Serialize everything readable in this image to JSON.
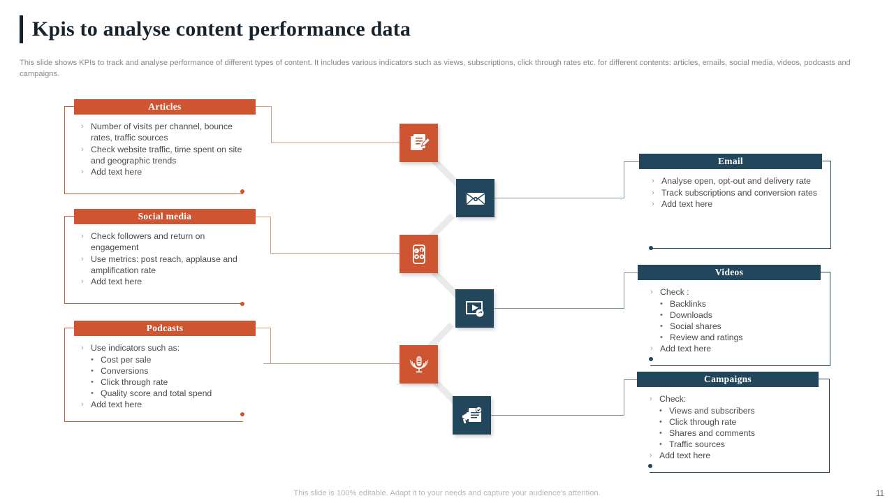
{
  "header": {
    "title": "Kpis to analyse content performance data",
    "subtitle": "This slide shows KPIs to track and analyse performance of different types of content. It includes various indicators such as views, subscriptions, click through rates etc. for different contents: articles, emails, social media, videos, podcasts and campaigns."
  },
  "colors": {
    "orange": "#cd5532",
    "dark_blue": "#22465c",
    "title": "#16232c",
    "body_text": "#4b4b4b",
    "muted": "#878787"
  },
  "left_cards": [
    {
      "title": "Articles",
      "icon": "article-edit-icon",
      "items": [
        {
          "text": "Number of visits per channel, bounce rates, traffic sources",
          "sub": []
        },
        {
          "text": "Check website traffic, time spent on site and geographic trends",
          "sub": []
        },
        {
          "text": "Add text here",
          "sub": []
        }
      ]
    },
    {
      "title": "Social media",
      "icon": "social-media-phone-icon",
      "items": [
        {
          "text": "Check followers and return on engagement",
          "sub": []
        },
        {
          "text": "Use metrics: post reach, applause and amplification rate",
          "sub": []
        },
        {
          "text": "Add text here",
          "sub": []
        }
      ]
    },
    {
      "title": "Podcasts",
      "icon": "microphone-icon",
      "items": [
        {
          "text": "Use indicators such as:",
          "sub": [
            "Cost per sale",
            "Conversions",
            "Click through rate",
            "Quality score and total spend"
          ]
        },
        {
          "text": "Add text here",
          "sub": []
        }
      ]
    }
  ],
  "right_cards": [
    {
      "title": "Email",
      "icon": "envelope-icon",
      "items": [
        {
          "text": "Analyse open, opt-out and delivery rate",
          "sub": []
        },
        {
          "text": "Track subscriptions and conversion rates",
          "sub": []
        },
        {
          "text": "Add text here",
          "sub": []
        }
      ]
    },
    {
      "title": "Videos",
      "icon": "video-play-share-icon",
      "items": [
        {
          "text": "Check :",
          "sub": [
            "Backlinks",
            "Downloads",
            "Social shares",
            "Review and ratings"
          ]
        },
        {
          "text": "Add text here",
          "sub": []
        }
      ]
    },
    {
      "title": "Campaigns",
      "icon": "megaphone-document-icon",
      "items": [
        {
          "text": "Check:",
          "sub": [
            "Views and subscribers",
            "Click through rate",
            "Shares and comments",
            "Traffic sources"
          ]
        },
        {
          "text": "Add text here",
          "sub": []
        }
      ]
    }
  ],
  "bullets": {
    "primary_glyph": "›",
    "secondary_glyph": "•"
  },
  "footer": {
    "note": "This slide is 100% editable. Adapt it to your needs and capture your audience's attention.",
    "page_number": "11"
  }
}
